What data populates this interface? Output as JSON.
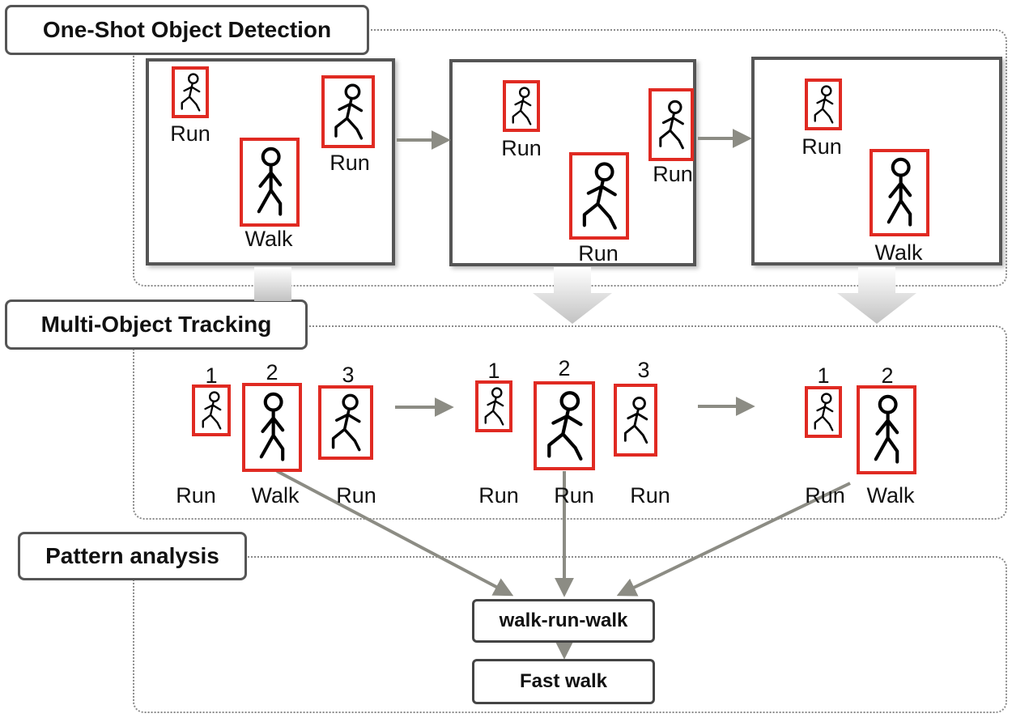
{
  "sections": {
    "detection": "One-Shot Object Detection",
    "tracking": "Multi-Object Tracking",
    "pattern": "Pattern analysis"
  },
  "detection": {
    "frame1": {
      "run_small": "Run",
      "run_big": "Run",
      "walk": "Walk"
    },
    "frame2": {
      "run_small": "Run",
      "run_edge": "Run",
      "run_center": "Run"
    },
    "frame3": {
      "run_small": "Run",
      "walk": "Walk"
    }
  },
  "tracking": {
    "group1": {
      "ids": [
        "1",
        "2",
        "3"
      ],
      "labels": [
        "Run",
        "Walk",
        "Run"
      ]
    },
    "group2": {
      "ids": [
        "1",
        "2",
        "3"
      ],
      "labels": [
        "Run",
        "Run",
        "Run"
      ]
    },
    "group3": {
      "ids": [
        "1",
        "2"
      ],
      "labels": [
        "Run",
        "Walk"
      ]
    }
  },
  "results": {
    "sequence": "walk-run-walk",
    "conclusion": "Fast walk"
  },
  "colors": {
    "bbox_red": "#e02a22",
    "frame_gray": "#555555",
    "arrow_gray": "#8c8c84"
  },
  "icons": {
    "run": "running-figure-icon",
    "walk": "walking-figure-icon"
  }
}
